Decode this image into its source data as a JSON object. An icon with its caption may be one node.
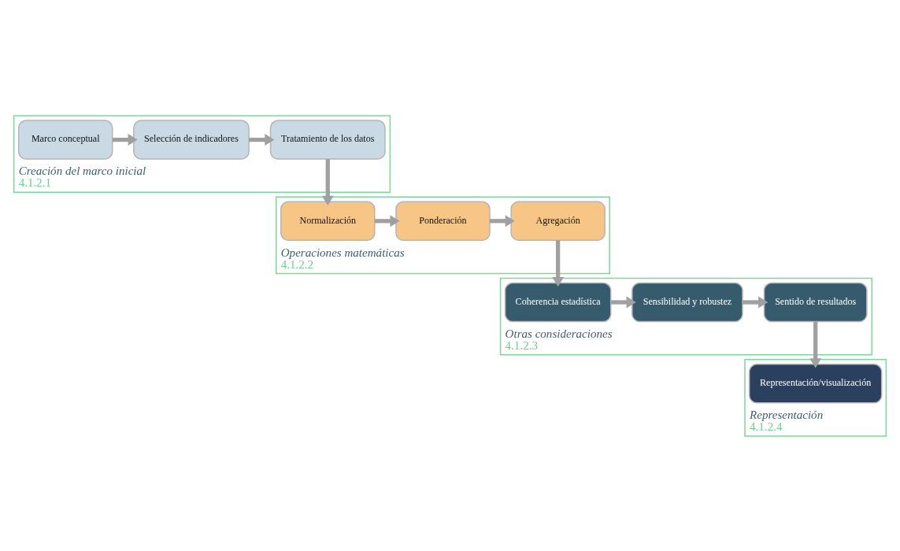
{
  "diagram": {
    "nodes": [
      {
        "text": [
          "Creación del marco inicial",
          "4.1.2.1"
        ]
      },
      {
        "text": [
          "Marco conceptual"
        ],
        "in": 0
      },
      {
        "text": [
          "Selección de indicadores"
        ],
        "in": 0
      },
      {
        "text": [
          "Tratamiento de los datos"
        ],
        "in": 0
      },
      {
        "text": [
          "Operaciones matemáticas",
          "4.1.2.2"
        ]
      },
      {
        "text": [
          "Agregación"
        ],
        "in": 4
      },
      {
        "text": [
          "Ponderación"
        ],
        "in": 4
      },
      {
        "text": [
          "Normalización"
        ],
        "in": 4
      },
      {
        "text": [
          "Otras consideraciones",
          "4.1.2.3"
        ]
      },
      {
        "text": [
          "Coherencia estadística"
        ],
        "in": 8
      },
      {
        "text": [
          "Sensibilidad y robustez"
        ],
        "in": 8
      },
      {
        "text": [
          "Sentido de resultados"
        ],
        "in": 8
      },
      {
        "text": [
          "Representación",
          "4.1.2.4"
        ]
      },
      {
        "text": [
          "Representación/visualización"
        ],
        "in": 12
      }
    ],
    "edges": [
      {
        "from": 1,
        "to": 2,
        "arrow": "to"
      },
      {
        "from": 2,
        "to": 3,
        "arrow": "to"
      },
      {
        "from": 3,
        "to": 7,
        "arrow": "to"
      },
      {
        "from": 7,
        "to": 6,
        "arrow": "to"
      },
      {
        "from": 6,
        "to": 5,
        "arrow": "to"
      },
      {
        "from": 5,
        "to": 9,
        "arrow": "to"
      },
      {
        "from": 9,
        "to": 10,
        "arrow": "to"
      },
      {
        "from": 10,
        "to": 11,
        "arrow": "to"
      },
      {
        "from": 11,
        "to": 13,
        "arrow": "to"
      }
    ]
  }
}
